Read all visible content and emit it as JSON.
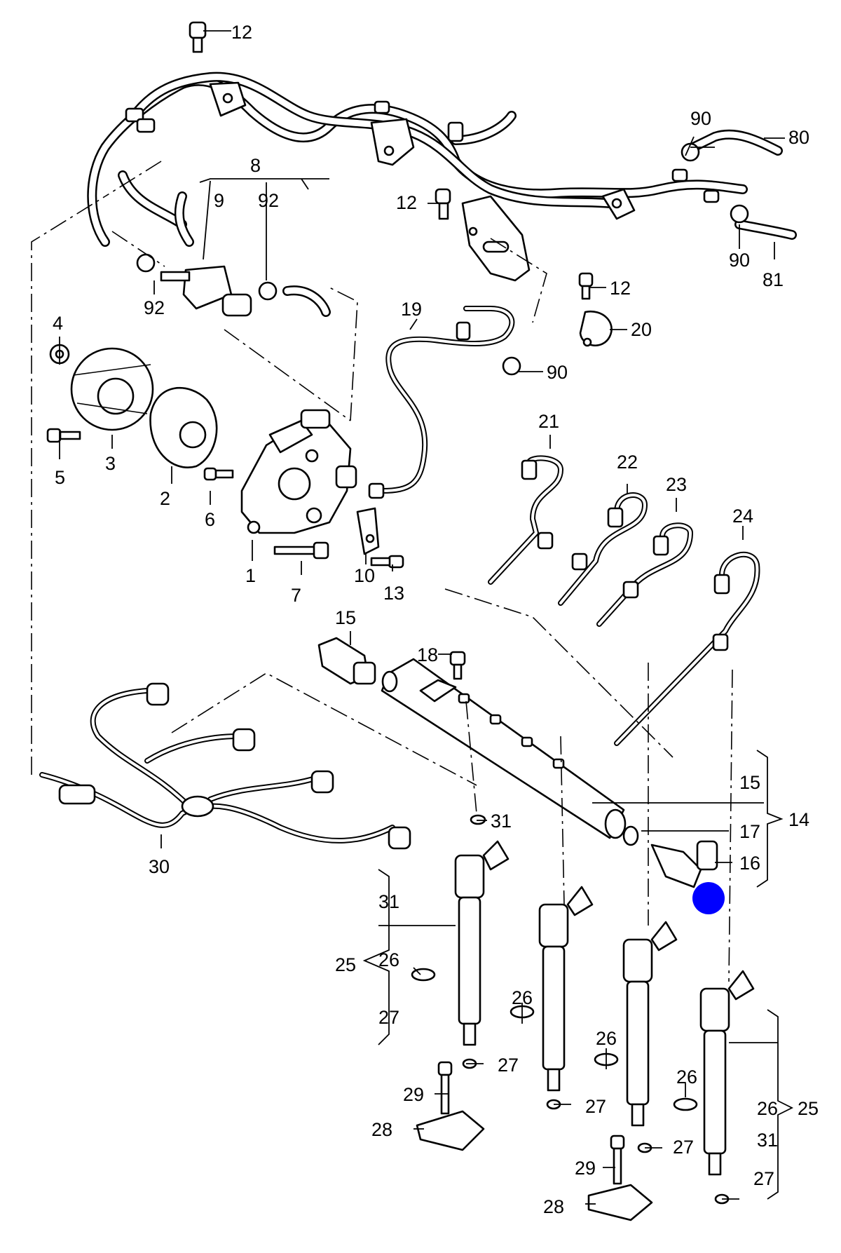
{
  "callouts": {
    "c12a": "12",
    "c12b": "12",
    "c12c": "12",
    "c8": "8",
    "c9": "9",
    "c92a": "92",
    "c92b": "92",
    "c90a": "90",
    "c90b": "90",
    "c90c": "90",
    "c80": "80",
    "c81": "81",
    "c20": "20",
    "c19": "19",
    "c4": "4",
    "c3": "3",
    "c5": "5",
    "c2": "2",
    "c6": "6",
    "c1": "1",
    "c7": "7",
    "c10": "10",
    "c13": "13",
    "c21": "21",
    "c22": "22",
    "c23": "23",
    "c24": "24",
    "c15a": "15",
    "c15b": "15",
    "c18": "18",
    "c14": "14",
    "c17": "17",
    "c16": "16",
    "c30": "30",
    "c31a": "31",
    "c31b": "31",
    "c25a": "25",
    "c26a": "26",
    "c27a": "27",
    "c27b": "27",
    "c26b": "26",
    "c26c": "26",
    "c27c": "27",
    "c29a": "29",
    "c28a": "28",
    "c26d": "26",
    "c27d": "27",
    "c29b": "29",
    "c28b": "28",
    "c26e": "26",
    "c25b": "25",
    "c31c": "31",
    "c27e": "27"
  },
  "colors": {
    "line": "#000000",
    "background": "#ffffff",
    "marker": "#0000ff"
  },
  "marker_icon": "blue-dot"
}
